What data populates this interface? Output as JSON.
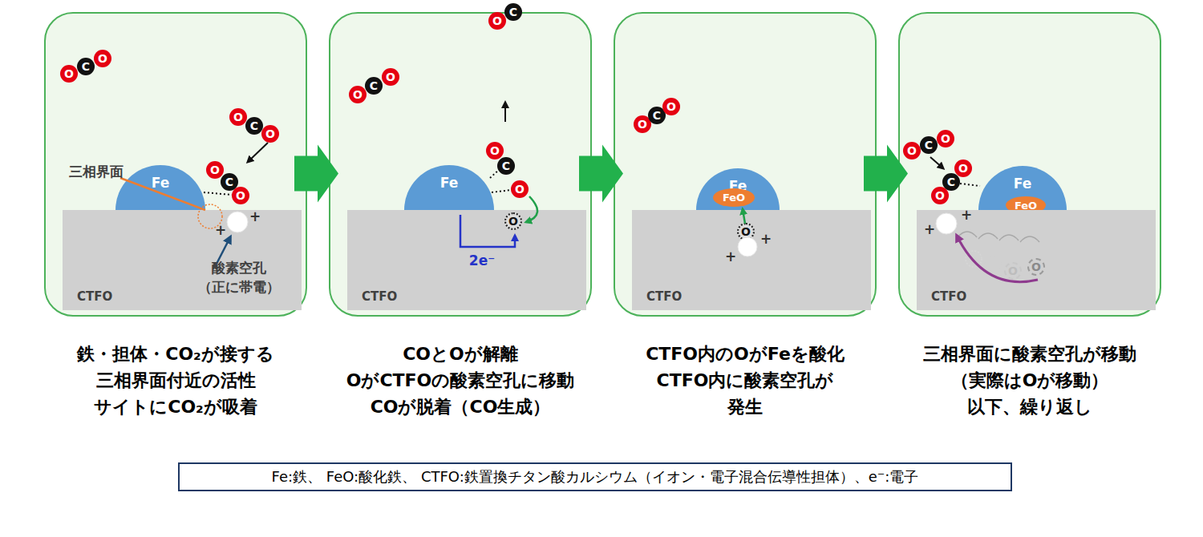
{
  "diagram": {
    "nodes": [
      {
        "text": [
          "鉄・担体・CO₂が接する 三相界面付近の活性 サイトにCO₂が吸着"
        ]
      },
      {
        "text": [
          "O"
        ],
        "in": 0
      },
      {
        "text": [
          "C"
        ],
        "in": 0
      },
      {
        "text": [
          "O"
        ],
        "in": 0
      },
      {
        "text": [
          "O"
        ],
        "in": 0
      },
      {
        "text": [
          "C"
        ],
        "in": 0
      },
      {
        "text": [
          "O"
        ],
        "in": 0
      },
      {
        "text": [
          "Fe"
        ],
        "in": 0
      },
      {
        "text": [
          "O"
        ],
        "in": 0
      },
      {
        "text": [
          "C"
        ],
        "in": 0
      },
      {
        "text": [
          "O"
        ],
        "in": 0
      },
      {
        "text": [
          "CTFO"
        ],
        "in": 0
      },
      {
        "text": [
          "COとOが解離 OがCTFOの酸素空孔に移動 COが脱着（CO生成）"
        ]
      },
      {
        "text": [
          "O"
        ],
        "in": 12
      },
      {
        "text": [
          "C"
        ],
        "in": 12
      },
      {
        "text": [
          "O"
        ],
        "in": 12
      },
      {
        "text": [
          "O"
        ],
        "in": 12
      },
      {
        "text": [
          "C"
        ],
        "in": 12
      },
      {
        "text": [
          "Fe"
        ],
        "in": 12
      },
      {
        "text": [
          "O"
        ],
        "in": 12
      },
      {
        "text": [
          "C"
        ],
        "in": 12
      },
      {
        "text": [
          "O"
        ],
        "in": 12
      },
      {
        "text": [
          "CTFO"
        ],
        "in": 12
      },
      {
        "text": [
          "O"
        ],
        "in": 22
      },
      {
        "text": [
          "CTFO内のOがFeを酸化 CTFO内に酸素空孔が 発生"
        ]
      },
      {
        "text": [
          "O"
        ],
        "in": 24
      },
      {
        "text": [
          "C"
        ],
        "in": 24
      },
      {
        "text": [
          "O"
        ],
        "in": 24
      },
      {
        "text": [
          "Fe"
        ],
        "in": 24
      },
      {
        "text": [
          "FeO"
        ],
        "in": 28
      },
      {
        "text": [
          "CTFO"
        ],
        "in": 24
      },
      {
        "text": [
          "O"
        ],
        "in": 30
      },
      {
        "text": [
          "三相界面に酸素空孔が移動 （実際はOが移動） 以下、繰り返し"
        ]
      },
      {
        "text": [
          "O"
        ],
        "in": 32
      },
      {
        "text": [
          "C"
        ],
        "in": 32
      },
      {
        "text": [
          "O"
        ],
        "in": 32
      },
      {
        "text": [
          "O"
        ],
        "in": 32
      },
      {
        "text": [
          "C"
        ],
        "in": 32
      },
      {
        "text": [
          "O"
        ],
        "in": 32
      },
      {
        "text": [
          "Fe"
        ],
        "in": 32
      },
      {
        "text": [
          "FeO"
        ],
        "in": 39
      },
      {
        "text": [
          "CTFO"
        ],
        "in": 32
      },
      {
        "text": [
          "O"
        ],
        "in": 41
      },
      {
        "text": [
          "O"
        ],
        "in": 41
      },
      {
        "text": [
          "Fe:鉄、 FeO:酸化鉄、 CTFO:鉄置換チタン酸カルシウム（イオン・電子混合伝導性担体）、e⁻:電子"
        ]
      }
    ],
    "edges": [
      {
        "from": 0,
        "to": 12,
        "arrow": "to"
      },
      {
        "from": 12,
        "to": 24,
        "arrow": "to"
      },
      {
        "from": 24,
        "to": 32,
        "arrow": "to"
      }
    ],
    "labels": [
      "三相界面",
      "+",
      "+",
      "酸素空孔 （正に帯電）",
      "2e⁻",
      "+",
      "+",
      "+",
      "+"
    ]
  }
}
